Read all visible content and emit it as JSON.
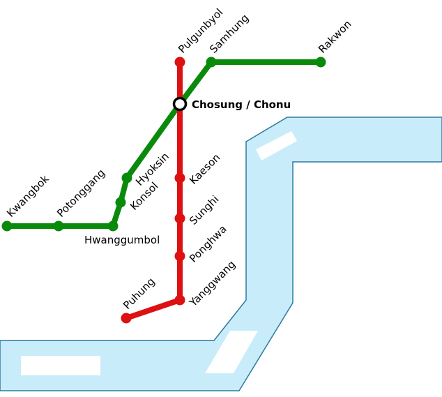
{
  "colors": {
    "water": "#c8ecfa",
    "water_edge": "#2a7a9c",
    "island": "#ffffff",
    "green_line": "#0a8a0a",
    "red_line": "#dd1111",
    "interchange_fill": "#ffffff",
    "interchange_stroke": "#000000"
  },
  "lines": {
    "green": {
      "stations": [
        "Kwangbok",
        "Potonggang",
        "Hwanggumbol",
        "Konsol",
        "Hyoksin",
        "Chosung / Chonu",
        "Samhung",
        "Rakwon"
      ]
    },
    "red": {
      "stations": [
        "Pulgunbyol",
        "Chosung / Chonu",
        "Kaeson",
        "Sunghi",
        "Ponghwa",
        "Yanggwang",
        "Puhung"
      ]
    }
  },
  "labels": {
    "kwangbok": "Kwangbok",
    "potonggang": "Potonggang",
    "hwanggumbol": "Hwanggumbol",
    "konsol": "Konsol",
    "hyoksin": "Hyoksin",
    "chosung_chonu": "Chosung / Chonu",
    "samhung": "Samhung",
    "rakwon": "Rakwon",
    "pulgunbyol": "Pulgunbyol",
    "kaeson": "Kaeson",
    "sunghi": "Sunghi",
    "ponghwa": "Ponghwa",
    "yanggwang": "Yanggwang",
    "puhung": "Puhung"
  }
}
